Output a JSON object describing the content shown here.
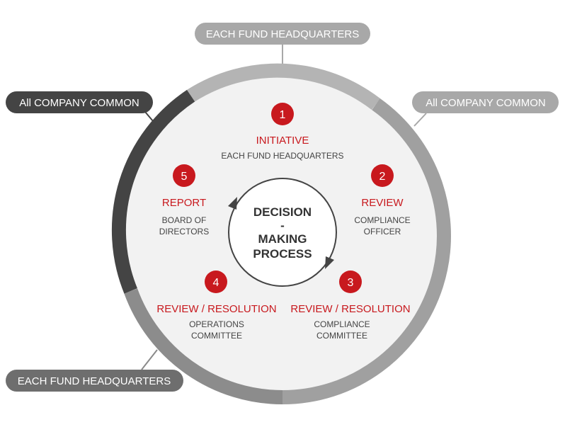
{
  "pills": {
    "top": "EACH FUND HEADQUARTERS",
    "top_left": "All COMPANY COMMON",
    "top_right": "All COMPANY COMMON",
    "bottom_left": "EACH FUND HEADQUARTERS"
  },
  "center": {
    "line1": "DECISION",
    "line2": "-",
    "line3": "MAKING",
    "line4": "PROCESS"
  },
  "steps": [
    {
      "number": "1",
      "title": "INITIATIVE",
      "sub1": "EACH FUND HEADQUARTERS",
      "sub2": ""
    },
    {
      "number": "2",
      "title": "REVIEW",
      "sub1": "COMPLIANCE",
      "sub2": "OFFICER"
    },
    {
      "number": "3",
      "title": "REVIEW / RESOLUTION",
      "sub1": "COMPLIANCE",
      "sub2": "COMMITTEE"
    },
    {
      "number": "4",
      "title": "REVIEW / RESOLUTION",
      "sub1": "OPERATIONS",
      "sub2": "COMMITTEE"
    },
    {
      "number": "5",
      "title": "REPORT",
      "sub1": "BOARD OF",
      "sub2": "DIRECTORS"
    }
  ],
  "colors": {
    "accent_red": "#c8191e",
    "dark_gray": "#444444",
    "mid_gray": "#8a8a8a",
    "light_gray": "#a8a8a8",
    "panel": "#f2f2f2"
  }
}
